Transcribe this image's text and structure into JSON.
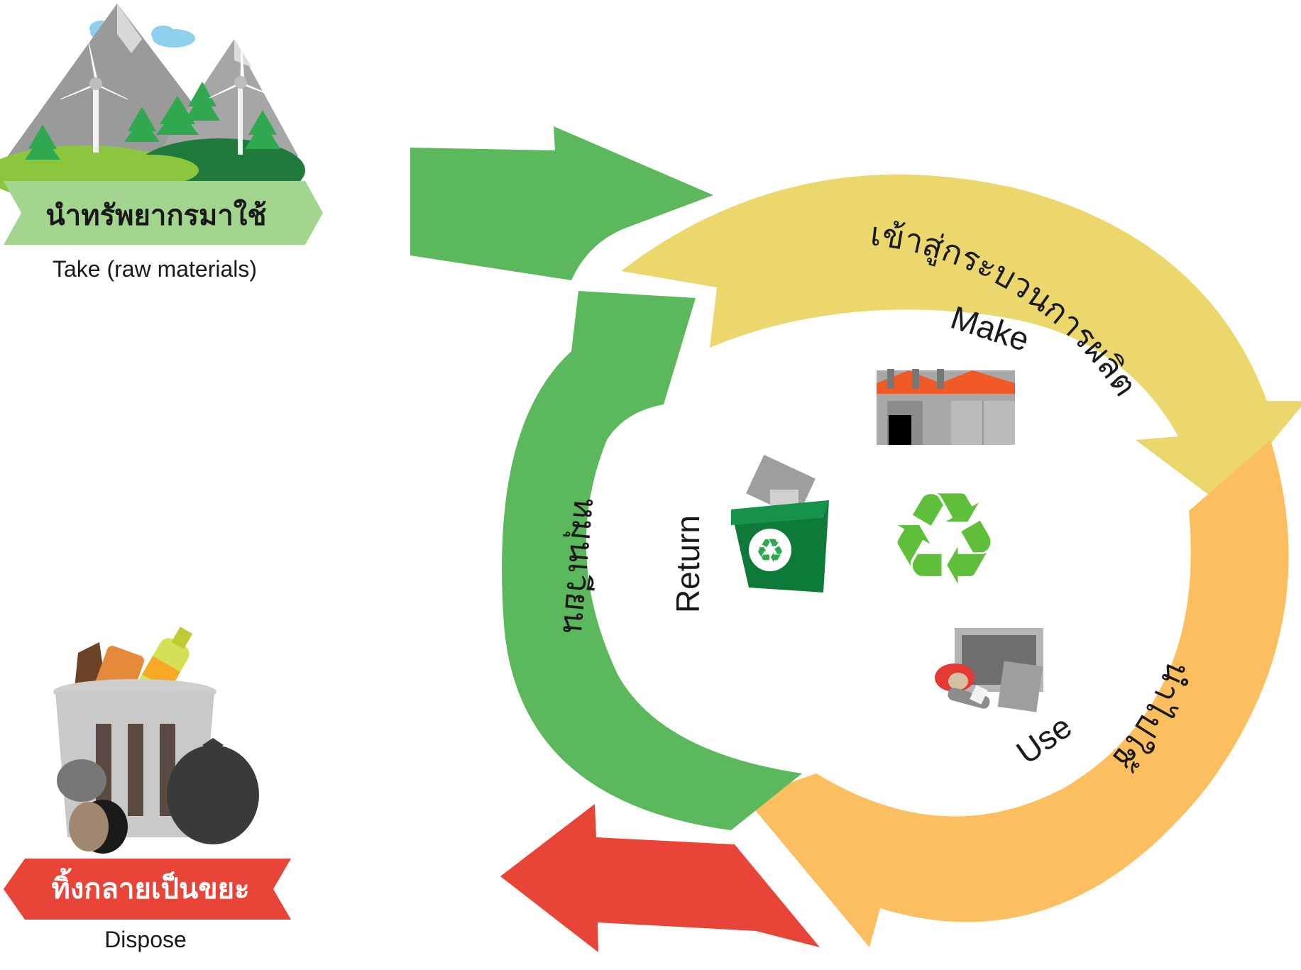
{
  "left": {
    "take_thai": "นำทรัพยากรมาใช้",
    "take_en": "Take (raw materials)",
    "dispose_thai": "ทิ้งกลายเป็นขยะ",
    "dispose_en": "Dispose"
  },
  "cycle": {
    "make_thai": "เข้าสู่กระบวนการผลิต",
    "make_en": "Make",
    "use_thai": "นำไปใช้",
    "use_en": "Use",
    "return_thai": "หมุนเวียน",
    "return_en": "Return"
  },
  "colors": {
    "take_green": "#5cb85c",
    "light_green": "#a3d58f",
    "make_yellow": "#ecd76c",
    "use_orange": "#fbbf5f",
    "dispose_red": "#e84437",
    "text_dark": "#1a1a1a"
  },
  "icons": [
    "mountains-wind-turbines-icon",
    "trash-can-icon",
    "factory-icon",
    "recycle-bin-icon",
    "recycle-symbol-icon",
    "electronics-waste-icon"
  ]
}
